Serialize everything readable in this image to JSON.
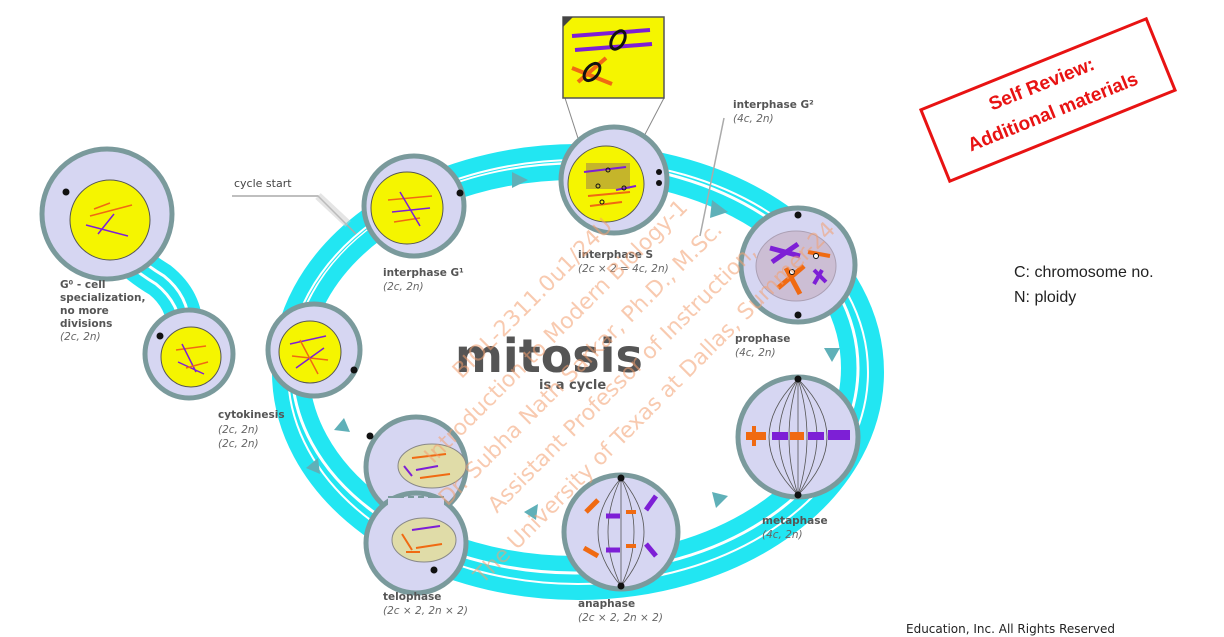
{
  "diagram": {
    "title": "mitosis",
    "subtitle": "is a cycle",
    "cycle_start": "cycle start",
    "stages": {
      "g0": {
        "line1": "G⁰ - cell",
        "line2": "specialization,",
        "line3": "no more",
        "line4": "divisions",
        "notation": "(2c, 2n)"
      },
      "g1": {
        "name": "interphase G¹",
        "notation": "(2c, 2n)"
      },
      "s": {
        "name": "interphase S",
        "notation": "(2c × 2 = 4c, 2n)"
      },
      "g2": {
        "name": "interphase G²",
        "notation": "(4c, 2n)"
      },
      "prophase": {
        "name": "prophase",
        "notation": "(4c, 2n)"
      },
      "metaphase": {
        "name": "metaphase",
        "notation": "(4c, 2n)"
      },
      "anaphase": {
        "name": "anaphase",
        "notation": "(2c × 2, 2n × 2)"
      },
      "telophase": {
        "name": "telophase",
        "notation": "(2c × 2, 2n × 2)"
      },
      "cytokinesis": {
        "name": "cytokinesis",
        "notation1": "(2c, 2n)",
        "notation2": "(2c, 2n)"
      }
    },
    "colors": {
      "ring": "#22e6f2",
      "cell": "#d6d6f2",
      "cell_border": "#7a9a9c",
      "nucleus": "#f5f500",
      "chromosome_a": "#7d1fd6",
      "chromosome_b": "#f06a12",
      "arrow": "#5fb0b8"
    }
  },
  "stamp": {
    "line1": "Self Review:",
    "line2": "Additional materials"
  },
  "legend": {
    "c": "C: chromosome no.",
    "n": "N: ploidy"
  },
  "watermark": {
    "line1": "BIOL-2311.0u1/24U",
    "line2": "Introduction to Modern Biology-1",
    "line3": "Dr. Subha Nath Sarkar, Ph.D., M.Sc.",
    "line4": "Assistant Professor of Instruction,",
    "line5": "The University of Texas at Dallas, Summer-24"
  },
  "footer": "Education, Inc. All Rights Reserved"
}
